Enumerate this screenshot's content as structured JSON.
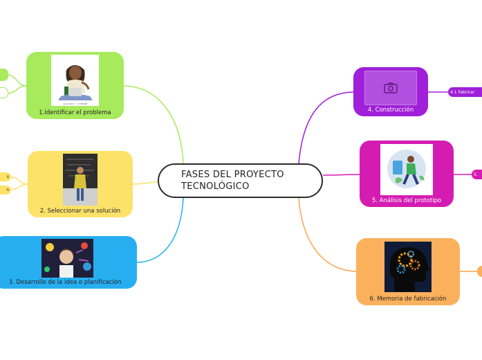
{
  "central": {
    "title": "FASES DEL PROYECTO TECNOLÓGICO"
  },
  "nodes": [
    {
      "id": "identificar",
      "label": "1.Identificar el problema",
      "color": "#a7ea5c"
    },
    {
      "id": "seleccionar",
      "label": "2. Seleccionar una solución",
      "color": "#fde26a"
    },
    {
      "id": "desarrollo",
      "label": "3. Desarrollo de la idea o planificación",
      "color": "#27aef0"
    },
    {
      "id": "construccion",
      "label": "4. Construcción",
      "color": "#a01fd8"
    },
    {
      "id": "analisis",
      "label": "5. Análisis del prototipo",
      "color": "#d41cb3"
    },
    {
      "id": "memoria",
      "label": "6. Memoria de fabricación",
      "color": "#fbb15c"
    }
  ],
  "subnodes": {
    "seleccionar": [
      "s",
      "n"
    ],
    "construccion": [
      "4.1 Fabricar"
    ],
    "analisis": [
      "5."
    ]
  },
  "image_caption": "vectorstock · 17764398",
  "icons": {
    "construccion": "camera-icon"
  }
}
